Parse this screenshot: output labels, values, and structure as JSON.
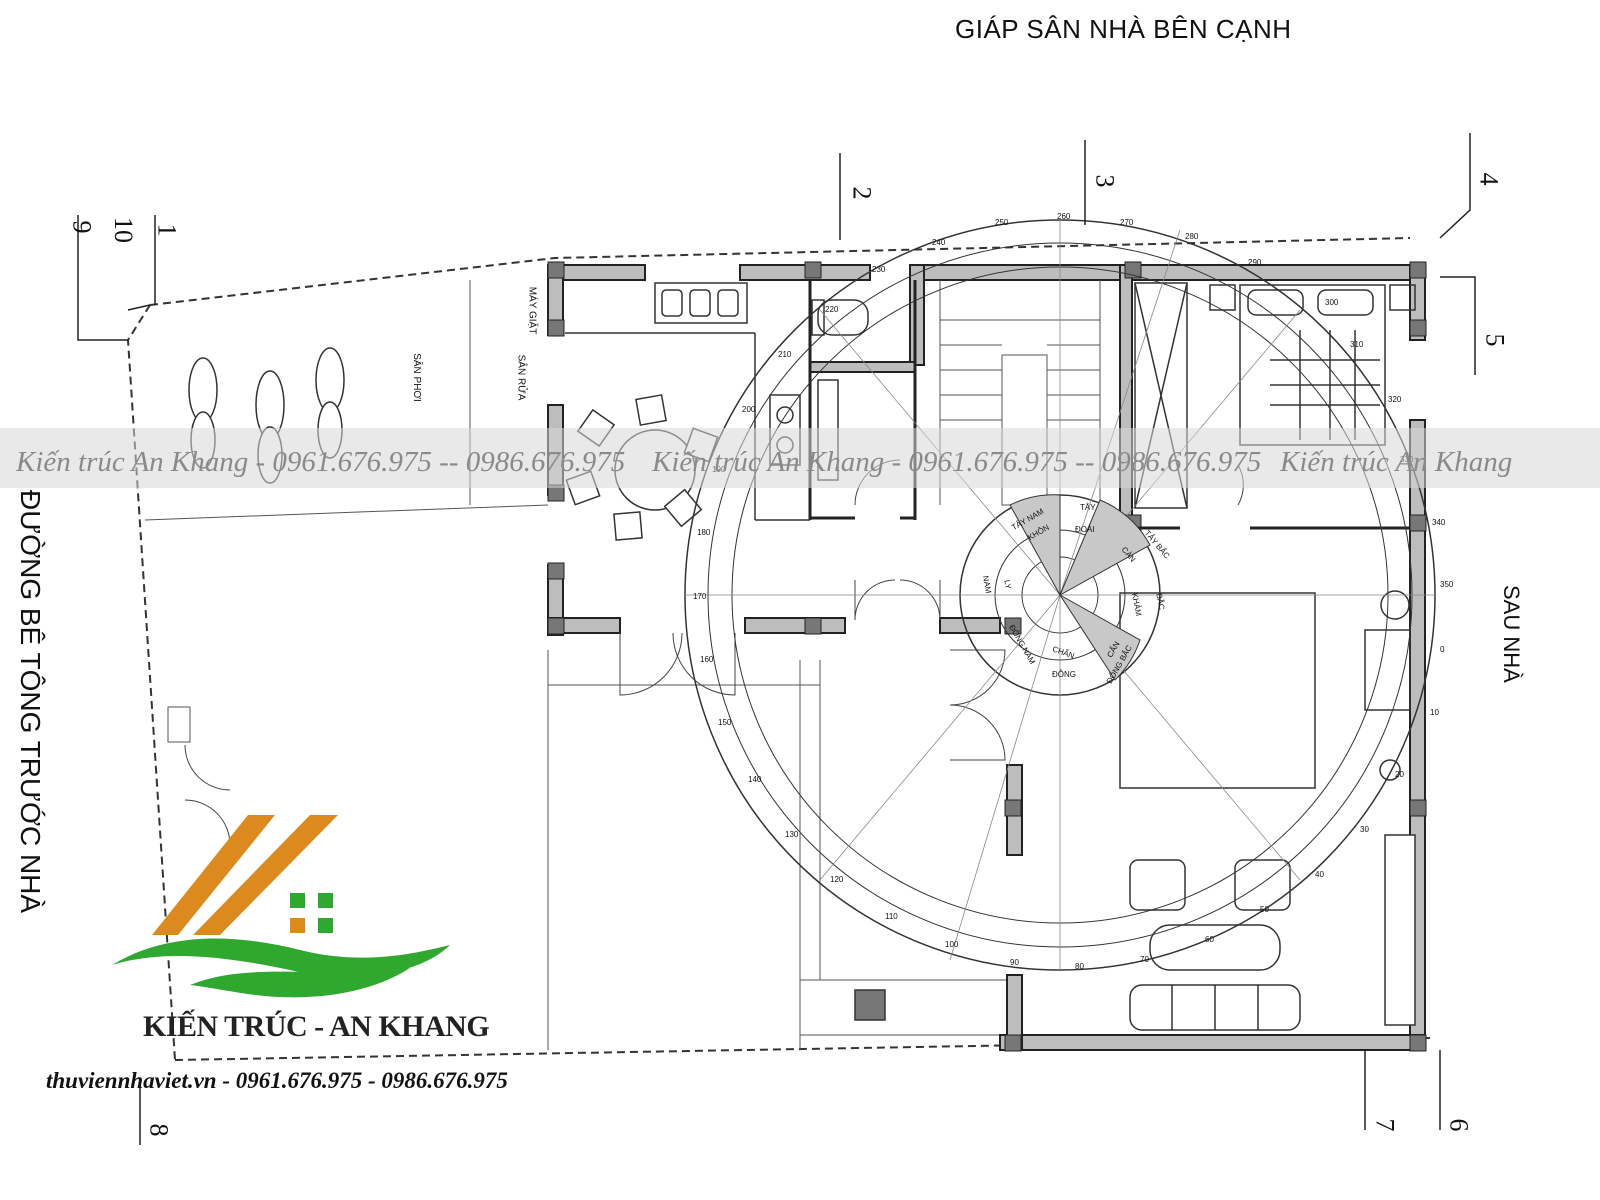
{
  "header": {
    "top_label": "GIÁP SÂN NHÀ BÊN CẠNH"
  },
  "sides": {
    "road_label": "ĐƯỜNG BÊ TÔNG TRƯỚC NHÀ",
    "back_label": "SAU NHÀ"
  },
  "grid_axes": {
    "a1": "1",
    "a2": "2",
    "a3": "3",
    "a4": "4",
    "a5": "5",
    "a6": "6",
    "a7": "7",
    "a8": "8",
    "a9": "9",
    "a10": "10"
  },
  "rooms": {
    "laundry": "MÁY GIẶT",
    "drying_yard": "SÂN PHƠI",
    "washing_yard": "SÂN RỬA"
  },
  "feng_shui": {
    "sectors": [
      "TÂY",
      "ĐOÀI",
      "CÀN",
      "TÂY BẮC",
      "BẮC",
      "KHẢM",
      "CẤN",
      "ĐÔNG BẮC",
      "ĐÔNG",
      "CHẤN",
      "ĐÔNG NAM",
      "LY",
      "NAM",
      "KHÔN",
      "TÂY NAM"
    ],
    "degrees": [
      "250",
      "260",
      "270",
      "280",
      "290",
      "300",
      "310",
      "320",
      "330",
      "340",
      "350",
      "0",
      "10",
      "20",
      "30",
      "40",
      "50",
      "60",
      "70",
      "80",
      "90",
      "100",
      "110",
      "120",
      "130",
      "140",
      "150",
      "160",
      "170",
      "180",
      "190",
      "200",
      "210",
      "220",
      "230",
      "240"
    ]
  },
  "watermark": {
    "text1": "Kiến trúc An Khang - 0961.676.975 -- 0986.676.975",
    "text2": "Kiến trúc An Khang - 0961.676.975 -- 0986.676.975",
    "text3": "Kiến trúc An Khang"
  },
  "logo": {
    "brand": "KIẾN TRÚC - AN KHANG",
    "contact": "thuviennhaviet.vn - 0961.676.975 - 0986.676.975"
  },
  "colors": {
    "logo_orange": "#dc8a1e",
    "logo_green": "#2fa82f",
    "wall_gray": "#9a9a9a",
    "column": "#777777"
  }
}
